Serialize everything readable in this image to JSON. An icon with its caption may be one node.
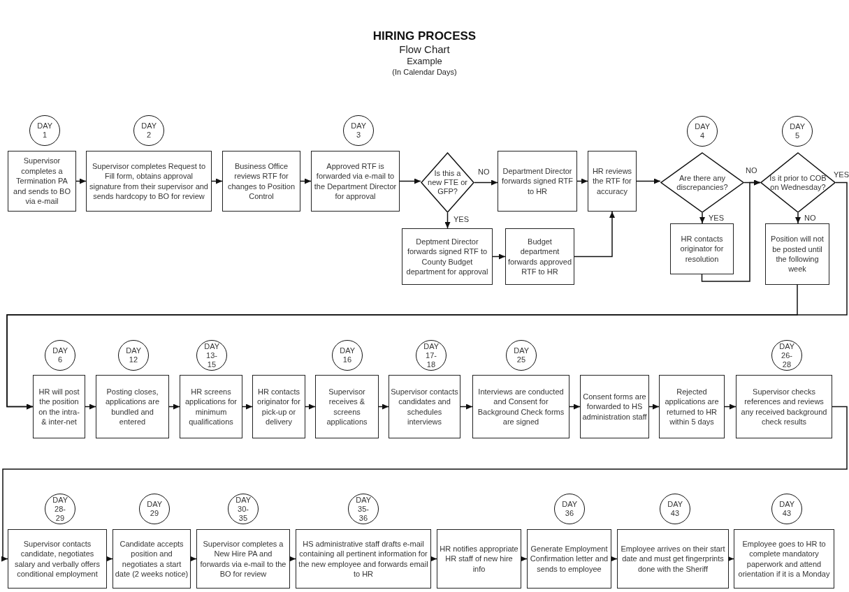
{
  "diagram": {
    "title": "HIRING PROCESS",
    "labels": [
      "Flow Chart",
      "Example",
      "(In Calendar Days)"
    ],
    "nodes": [
      {
        "text": [
          "DAY 1"
        ]
      },
      {
        "text": [
          "Supervisor completes a Termination PA and sends to BO via e-mail"
        ]
      },
      {
        "text": [
          "DAY 2"
        ]
      },
      {
        "text": [
          "Supervisor completes Request to Fill form, obtains approval signature from their supervisor and sends hardcopy to BO for review"
        ]
      },
      {
        "text": [
          "Business Office reviews RTF for changes to Position Control"
        ]
      },
      {
        "text": [
          "DAY 3"
        ]
      },
      {
        "text": [
          "Approved RTF is forwarded via e-mail to the Department Director for approval"
        ]
      },
      {
        "text": [
          "Is this a new FTE or GFP?"
        ]
      },
      {
        "text": [
          "Department Director forwards signed RTF to HR"
        ]
      },
      {
        "text": [
          "HR reviews the RTF for accuracy"
        ]
      },
      {
        "text": [
          "DAY 4"
        ]
      },
      {
        "text": [
          "Are there any discrepancies?"
        ]
      },
      {
        "text": [
          "DAY 5"
        ]
      },
      {
        "text": [
          "Is it prior to COB on Wednesday?"
        ]
      },
      {
        "text": [
          "Deptment Director forwards signed RTF to County Budget department for approval"
        ]
      },
      {
        "text": [
          "Budget department forwards approved RTF to HR"
        ]
      },
      {
        "text": [
          "HR contacts originator for resolution"
        ]
      },
      {
        "text": [
          "Position will not be posted until the following week"
        ]
      },
      {
        "text": [
          "DAY 6"
        ]
      },
      {
        "text": [
          "HR will post the position on the intra- & inter-net"
        ]
      },
      {
        "text": [
          "DAY 12"
        ]
      },
      {
        "text": [
          "Posting closes, applications are bundled and entered"
        ]
      },
      {
        "text": [
          "DAY 13-15"
        ]
      },
      {
        "text": [
          "HR screens applications for minimum qualifications"
        ]
      },
      {
        "text": [
          "HR contacts originator for pick-up or delivery"
        ]
      },
      {
        "text": [
          "DAY 16"
        ]
      },
      {
        "text": [
          "Supervisor receives & screens applications"
        ]
      },
      {
        "text": [
          "DAY 17-18"
        ]
      },
      {
        "text": [
          "Supervisor contacts candidates and schedules interviews"
        ]
      },
      {
        "text": [
          "DAY 25"
        ]
      },
      {
        "text": [
          "Interviews are conducted and Consent for Background Check forms are signed"
        ]
      },
      {
        "text": [
          "Consent forms are forwarded to HS administration staff"
        ]
      },
      {
        "text": [
          "Rejected applications are returned to HR within 5 days"
        ]
      },
      {
        "text": [
          "DAY 26-28"
        ]
      },
      {
        "text": [
          "Supervisor checks references and reviews any received background check results"
        ]
      },
      {
        "text": [
          "DAY 28-29"
        ]
      },
      {
        "text": [
          "Supervisor contacts candidate, negotiates salary and verbally offers conditional employment"
        ]
      },
      {
        "text": [
          "DAY 29"
        ]
      },
      {
        "text": [
          "Candidate accepts position and negotiates a start date (2 weeks notice)"
        ]
      },
      {
        "text": [
          "DAY 30-35"
        ]
      },
      {
        "text": [
          "Supervisor completes a New Hire PA and forwards via e-mail to the BO for review"
        ]
      },
      {
        "text": [
          "DAY 35-36"
        ]
      },
      {
        "text": [
          "HS administrative staff drafts e-mail containing all pertinent information for the new employee and forwards email to HR"
        ]
      },
      {
        "text": [
          "HR notifies appropriate HR staff of new hire info"
        ]
      },
      {
        "text": [
          "DAY 36"
        ]
      },
      {
        "text": [
          "Generate Employment Confirmation letter and sends to employee"
        ]
      },
      {
        "text": [
          "DAY 43"
        ]
      },
      {
        "text": [
          "Employee arrives on their start date and must get fingerprints done with the Sheriff"
        ]
      },
      {
        "text": [
          "DAY 43"
        ]
      },
      {
        "text": [
          "Employee goes to HR to complete mandatory paperwork and attend orientation if it is a Monday"
        ]
      }
    ],
    "edges": [
      {
        "from": 1,
        "to": 3,
        "arrow": "to"
      },
      {
        "from": 3,
        "to": 4,
        "arrow": "to"
      },
      {
        "from": 4,
        "to": 6,
        "arrow": "to"
      },
      {
        "from": 6,
        "to": 7,
        "arrow": "to"
      },
      {
        "from": 7,
        "to": 14,
        "arrow": "to",
        "label": "YES"
      },
      {
        "from": 7,
        "to": 8,
        "arrow": "to",
        "label": "NO"
      },
      {
        "from": 8,
        "to": 9,
        "arrow": "to"
      },
      {
        "from": 14,
        "to": 15,
        "arrow": "to"
      },
      {
        "from": 15,
        "to": 9,
        "arrow": "to"
      },
      {
        "from": 9,
        "to": 11,
        "arrow": "to"
      },
      {
        "from": 11,
        "to": 13,
        "arrow": "to",
        "label": "NO"
      },
      {
        "from": 11,
        "to": 16,
        "arrow": "to",
        "label": "YES"
      },
      {
        "from": 16,
        "to": 13,
        "arrow": "to"
      },
      {
        "from": 13,
        "to": 19,
        "arrow": "to",
        "label": "YES"
      },
      {
        "from": 13,
        "to": 17,
        "arrow": "to",
        "label": "NO"
      },
      {
        "from": 17,
        "to": 19,
        "arrow": "to"
      },
      {
        "from": 19,
        "to": 21,
        "arrow": "to"
      },
      {
        "from": 21,
        "to": 23,
        "arrow": "to"
      },
      {
        "from": 23,
        "to": 24,
        "arrow": "to"
      },
      {
        "from": 24,
        "to": 26,
        "arrow": "to"
      },
      {
        "from": 26,
        "to": 28,
        "arrow": "to"
      },
      {
        "from": 28,
        "to": 30,
        "arrow": "to"
      },
      {
        "from": 30,
        "to": 31,
        "arrow": "to"
      },
      {
        "from": 31,
        "to": 32,
        "arrow": "to"
      },
      {
        "from": 32,
        "to": 34,
        "arrow": "to"
      },
      {
        "from": 34,
        "to": 36,
        "arrow": "to"
      },
      {
        "from": 36,
        "to": 38,
        "arrow": "to"
      },
      {
        "from": 38,
        "to": 40,
        "arrow": "to"
      },
      {
        "from": 40,
        "to": 42,
        "arrow": "to"
      },
      {
        "from": 42,
        "to": 43,
        "arrow": "to"
      },
      {
        "from": 43,
        "to": 45,
        "arrow": "to"
      },
      {
        "from": 45,
        "to": 47,
        "arrow": "to"
      },
      {
        "from": 47,
        "to": 49,
        "arrow": "to"
      }
    ]
  }
}
